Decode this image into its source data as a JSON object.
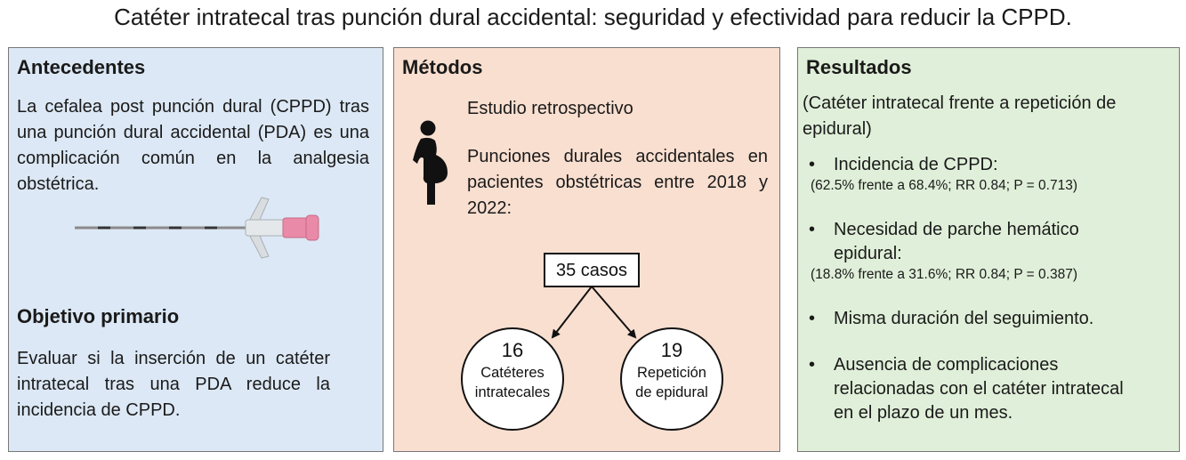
{
  "title": "Catéter intratecal tras punción dural accidental: seguridad y efectividad para reducir la CPPD.",
  "antecedentes": {
    "heading": "Antecedentes",
    "text": "La cefalea post punción dural (CPPD) tras una punción dural accidental (PDA) es una complicación común en la analgesia obstétrica."
  },
  "objetivo": {
    "heading": "Objetivo primario",
    "text": "Evaluar si la inserción de un catéter intratecal tras una PDA reduce la incidencia de CPPD."
  },
  "metodos": {
    "heading": "Métodos",
    "study": "Estudio retrospectivo",
    "punciones": "Punciones durales accidentales en pacientes obstétricas entre 2018 y 2022:",
    "total": "35 casos",
    "group1": {
      "count": "16",
      "label_line1": "Catéteres",
      "label_line2": "intratecales"
    },
    "group2": {
      "count": "19",
      "label_line1": "Repetición",
      "label_line2": "de epidural"
    }
  },
  "resultados": {
    "heading": "Resultados",
    "comparison": "(Catéter intratecal frente a repetición de epidural)",
    "bullet_symbol": "•",
    "bullets": [
      {
        "line1": "Incidencia de CPPD:",
        "stat": "(62.5% frente a 68.4%; RR 0.84; P = 0.713)"
      },
      {
        "line1": "Necesidad de parche hemático",
        "line2": "epidural:",
        "stat": "(18.8% frente a 31.6%; RR 0.84; P = 0.387)"
      },
      {
        "line1": "Misma duración del seguimiento."
      },
      {
        "line1": "Ausencia de complicaciones",
        "line2": "relacionadas con el catéter intratecal",
        "line3": "en el plazo de un mes."
      }
    ]
  },
  "colors": {
    "antecedentes_bg": "#dce8f5",
    "metodos_bg": "#f9dfd0",
    "resultados_bg": "#e0efd9",
    "needle_hub": "#e98aa8"
  },
  "icons": {
    "needle": "spinal-needle-image",
    "pregnant": "pregnant-woman-icon"
  }
}
